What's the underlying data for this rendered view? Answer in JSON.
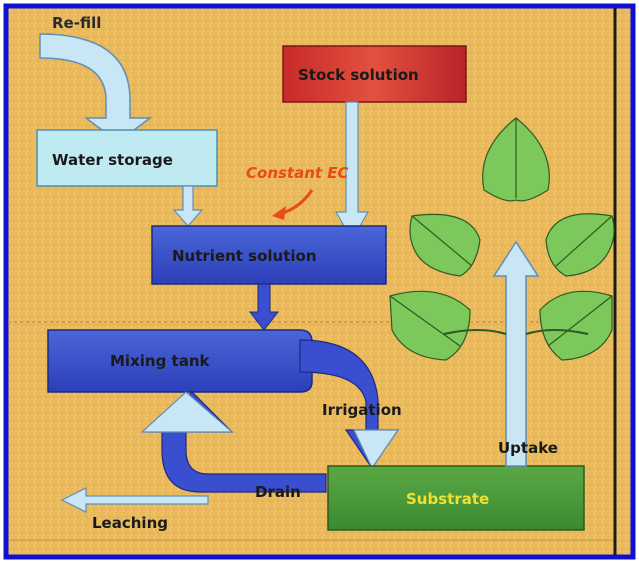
{
  "labels": {
    "refill": "Re-fill",
    "water_storage": "Water storage",
    "stock_solution": "Stock solution",
    "constant_ec": "Constant EC",
    "nutrient_solution": "Nutrient solution",
    "mixing_tank": "Mixing tank",
    "irrigation": "Irrigation",
    "uptake": "Uptake",
    "drain": "Drain",
    "substrate": "Substrate",
    "leaching": "Leaching"
  },
  "colors": {
    "border": "#1010d0",
    "background": "#e8b85a",
    "water_storage_fill": "#bfeaf2",
    "stock_fill": "#d83a30",
    "nutrient_fill": "#3a55c8",
    "mixing_fill": "#3a4fd0",
    "substrate_fill": "#4f9a3a",
    "arrow_light": "#c8e6f4",
    "leaf": "#7cc85a",
    "constant_ec_text": "#e84a1a",
    "substrate_text": "#f0e030"
  },
  "icons": {
    "plant": "plant-icon"
  }
}
